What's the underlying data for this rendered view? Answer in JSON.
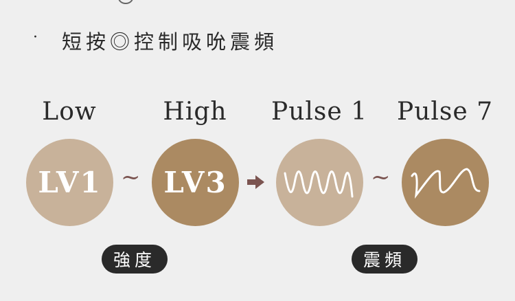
{
  "instruction": {
    "bullet": "·",
    "text": "短按◎控制吸吮震頻"
  },
  "levels": [
    {
      "label": "Low",
      "circle_text": "LV1",
      "color": "#c8b29a"
    },
    {
      "label": "High",
      "circle_text": "LV3",
      "color": "#ab8a62"
    },
    {
      "label": "Pulse 1",
      "icon": "dense-wave-icon",
      "color": "#c8b29a"
    },
    {
      "label": "Pulse 7",
      "icon": "sparse-wave-icon",
      "color": "#ab8a62"
    }
  ],
  "separators": {
    "tilde": "~",
    "arrow_color": "#7b5450"
  },
  "badges": [
    "強度",
    "震頻"
  ]
}
